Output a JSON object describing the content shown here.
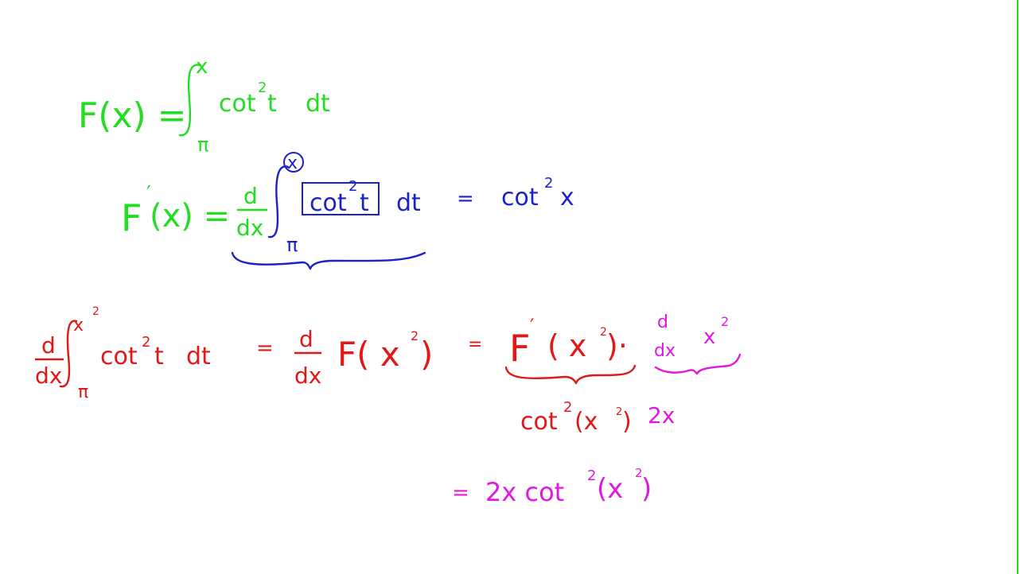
{
  "colors": {
    "green": "#22dd22",
    "blue": "#1a22cc",
    "red": "#e01818",
    "magenta": "#e018e0",
    "edge": "#22dd22"
  },
  "line1": {
    "lhs": "F(x) =",
    "upper": "x",
    "lower": "π",
    "integrand": "cot",
    "exp": "2",
    "var": "t",
    "dt": "dt"
  },
  "line2": {
    "lhs_f": "F",
    "lhs_prime": "′",
    "lhs_arg": "(x) =",
    "d_num": "d",
    "d_den": "dx",
    "upper": "x",
    "lower": "π",
    "integrand": "cot",
    "exp": "2",
    "var": "t",
    "dt": "dt",
    "eq": "=",
    "result": "cot",
    "result_exp": "2",
    "result_var": "x"
  },
  "line3": {
    "d_num": "d",
    "d_den": "dx",
    "upper": "x",
    "upper_exp": "2",
    "lower": "π",
    "integrand": "cot",
    "exp": "2",
    "var": "t",
    "dt": "dt",
    "eq1": "=",
    "d2_num": "d",
    "d2_den": "dx",
    "F_part": "F( x",
    "F_exp": "2",
    "F_close": ")",
    "eq2": "=",
    "Fp": "F",
    "Fp_prime": "′",
    "Fp_arg": "( x",
    "Fp_exp": "2",
    "Fp_close": ")·",
    "d3_num": "d",
    "d3_den": "dx",
    "x2": "x",
    "x2_exp": "2"
  },
  "line4": {
    "cot": "cot",
    "cot_exp": "2",
    "arg": "(x",
    "arg_exp": "2",
    "arg_close": ")",
    "two_x": "2x"
  },
  "line5": {
    "eq": "=",
    "two_x_cot": "2x cot",
    "exp": "2",
    "arg": "(x",
    "arg_exp": "2",
    "arg_close": ")"
  }
}
